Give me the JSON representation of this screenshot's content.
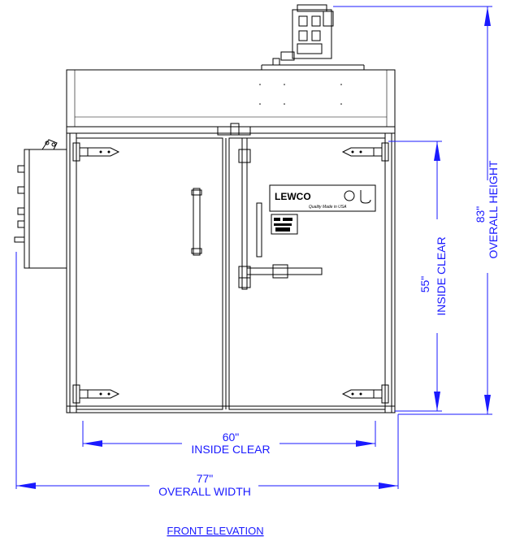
{
  "dimensions": {
    "inside_width": {
      "value": "60\"",
      "label": "INSIDE CLEAR"
    },
    "overall_width": {
      "value": "77\"",
      "label": "OVERALL WIDTH"
    },
    "inside_height": {
      "value": "55\"",
      "label": "INSIDE CLEAR"
    },
    "overall_height": {
      "value": "83\"",
      "label": "OVERALL HEIGHT"
    }
  },
  "nameplate": {
    "brand": "LEWCO",
    "tagline": "Quality Made in USA"
  },
  "view_title": "FRONT ELEVATION",
  "colors": {
    "dimension": "#1a1aff",
    "linework": "#000000"
  }
}
